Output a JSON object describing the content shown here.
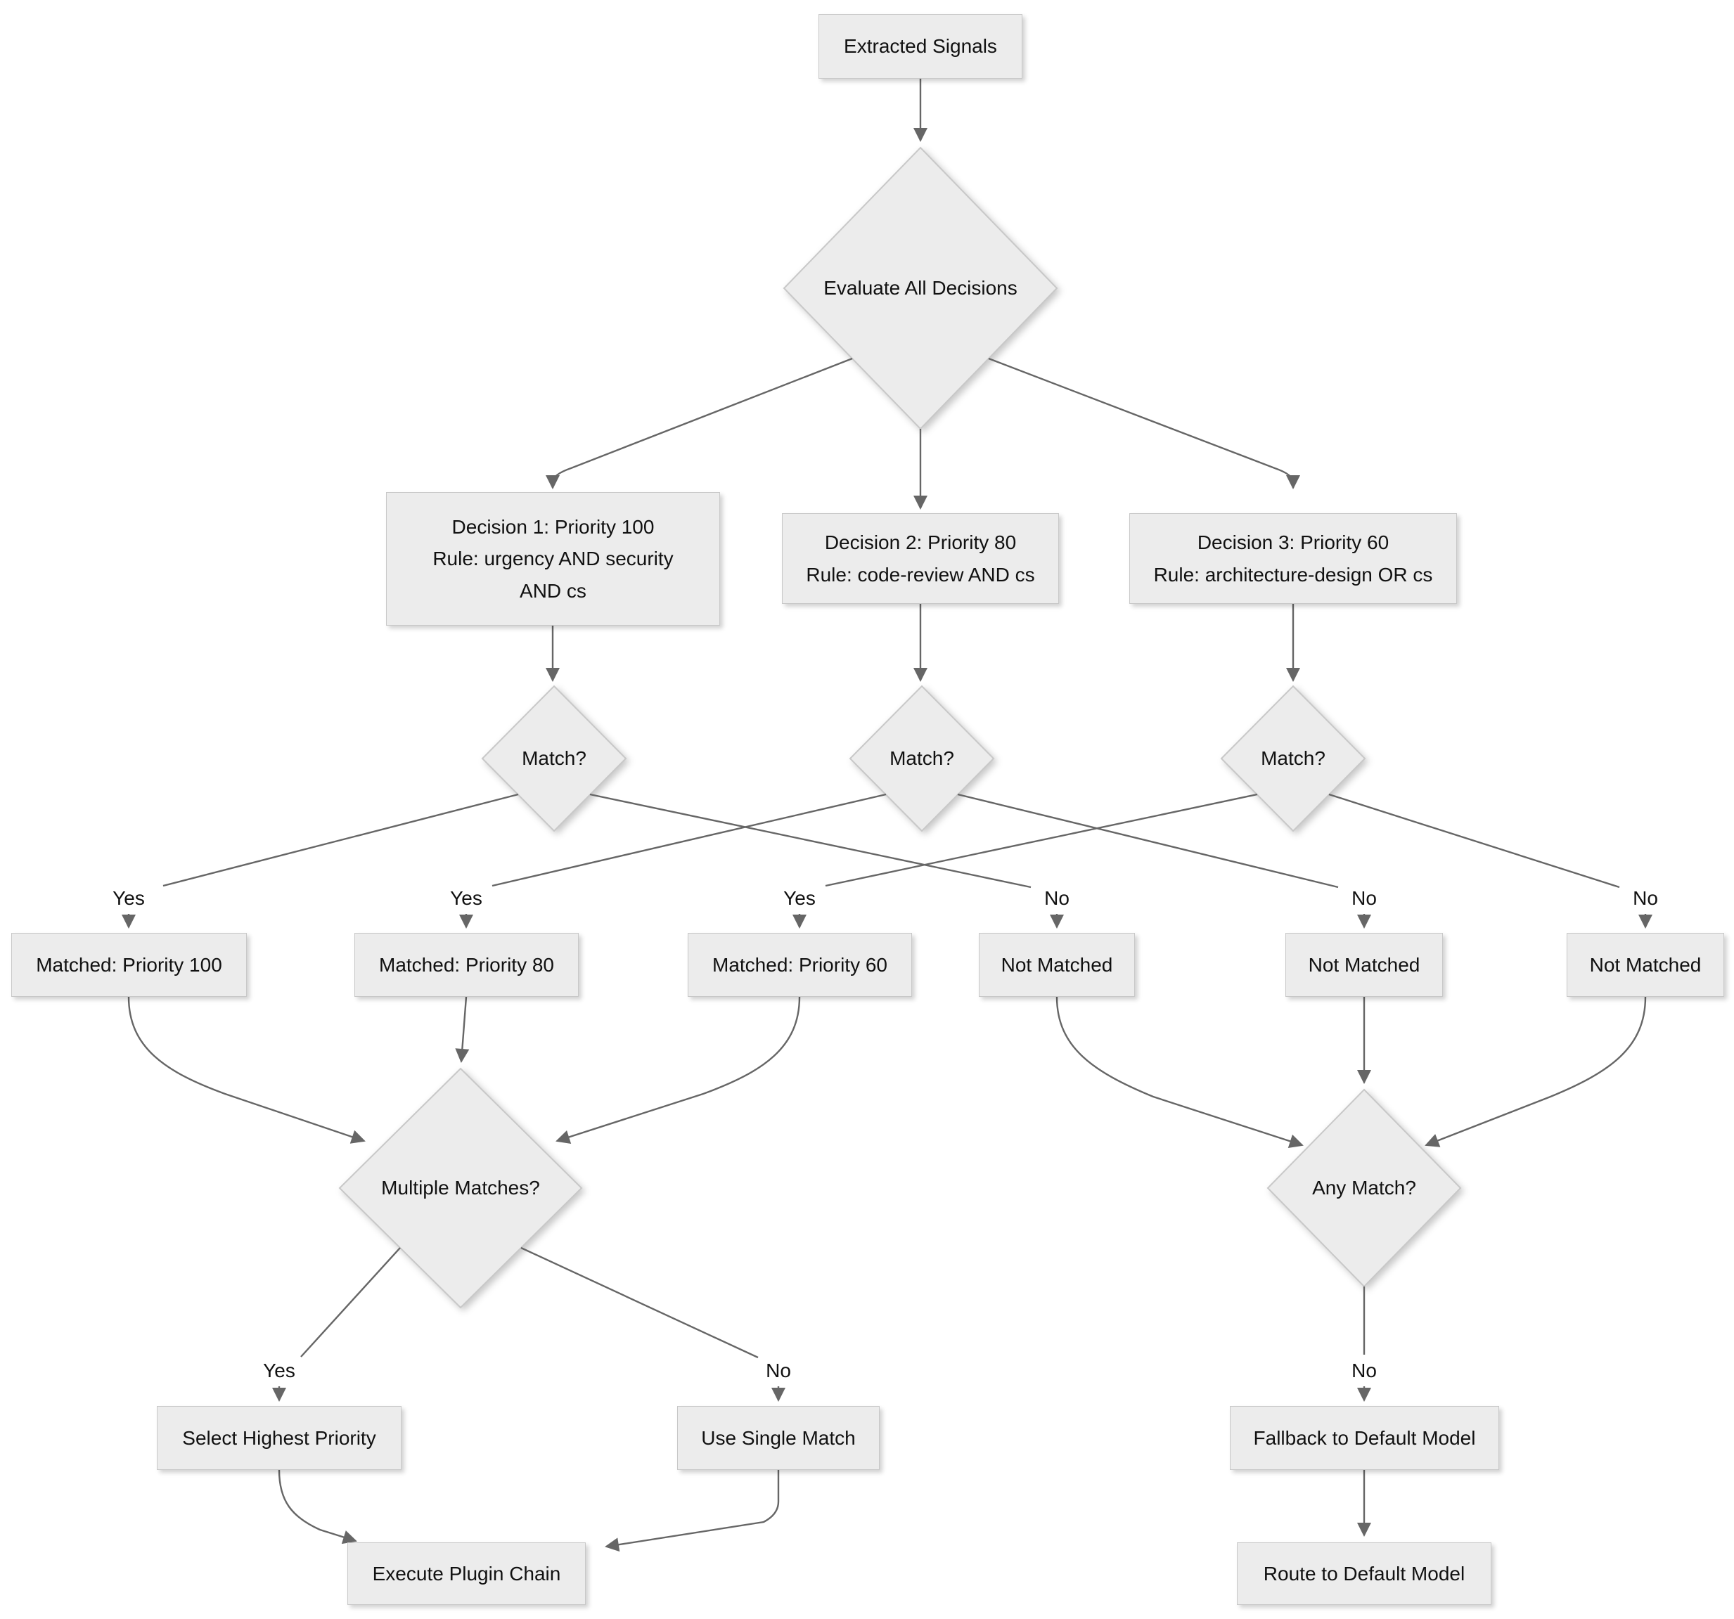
{
  "diagram": {
    "title": "Decision routing flowchart",
    "nodes": {
      "extracted": {
        "label": "Extracted Signals"
      },
      "evaluate": {
        "label": "Evaluate All Decisions"
      },
      "decision1": {
        "label": "Decision 1: Priority 100\nRule: urgency AND security\nAND cs"
      },
      "decision2": {
        "label": "Decision 2: Priority 80\nRule: code-review AND cs"
      },
      "decision3": {
        "label": "Decision 3: Priority 60\nRule: architecture-design OR cs"
      },
      "match1": {
        "label": "Match?"
      },
      "match2": {
        "label": "Match?"
      },
      "match3": {
        "label": "Match?"
      },
      "matched100": {
        "label": "Matched: Priority 100"
      },
      "matched80": {
        "label": "Matched: Priority 80"
      },
      "matched60": {
        "label": "Matched: Priority 60"
      },
      "notMatched1": {
        "label": "Not Matched"
      },
      "notMatched2": {
        "label": "Not Matched"
      },
      "notMatched3": {
        "label": "Not Matched"
      },
      "multipleMatches": {
        "label": "Multiple Matches?"
      },
      "anyMatch": {
        "label": "Any Match?"
      },
      "selectHighest": {
        "label": "Select Highest Priority"
      },
      "useSingle": {
        "label": "Use Single Match"
      },
      "fallback": {
        "label": "Fallback to Default Model"
      },
      "execute": {
        "label": "Execute Plugin Chain"
      },
      "route": {
        "label": "Route to Default Model"
      }
    },
    "edge_labels": {
      "yes1": "Yes",
      "yes2": "Yes",
      "yes3": "Yes",
      "no1": "No",
      "no2": "No",
      "no3": "No",
      "yes4": "Yes",
      "no4": "No",
      "no5": "No"
    },
    "colors": {
      "background": "#ffffff",
      "node_fill": "#ececec",
      "node_border": "#c8c8c8",
      "edge": "#666666",
      "text": "#111111"
    }
  }
}
